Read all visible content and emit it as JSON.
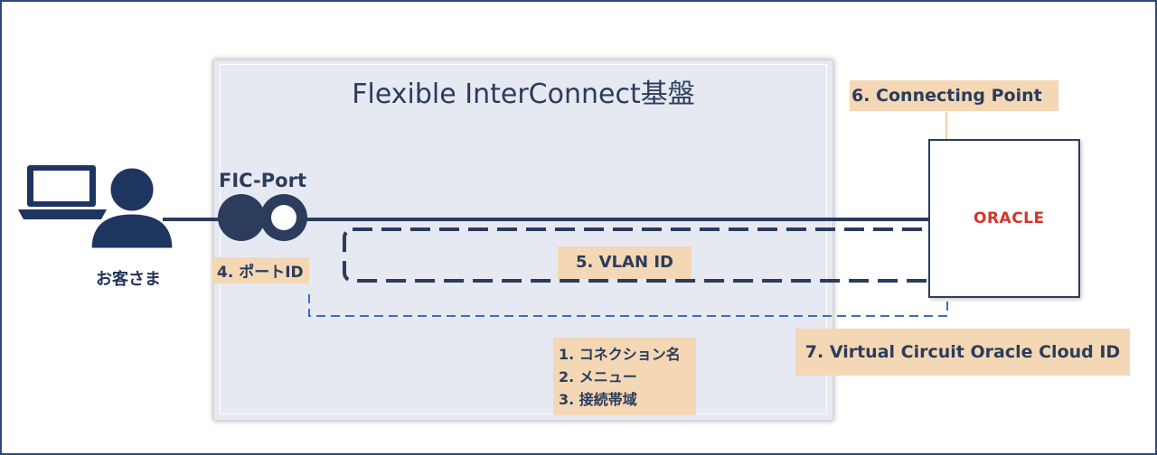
{
  "platform": {
    "title": "Flexible InterConnect基盤"
  },
  "user": {
    "label": "お客さま"
  },
  "port": {
    "title": "FIC-Port",
    "label": "4. ポートID"
  },
  "vlan": {
    "label": "5. VLAN ID"
  },
  "connecting_point": {
    "label": "6. Connecting Point"
  },
  "oracle": {
    "logo_text": "ORACLE"
  },
  "virtual_circuit": {
    "label": "7. Virtual Circuit Oracle Cloud ID"
  },
  "connection_params": {
    "items": [
      "1.  コネクション名",
      "2.  メニュー",
      "3. 接続帯域"
    ]
  },
  "colors": {
    "line": "#2b3c5c",
    "dashed_blue": "#3b6fc4",
    "label_bg": "#f4d7b4",
    "arrow": "#f0d6b0",
    "oracle_red": "#d8332a"
  }
}
